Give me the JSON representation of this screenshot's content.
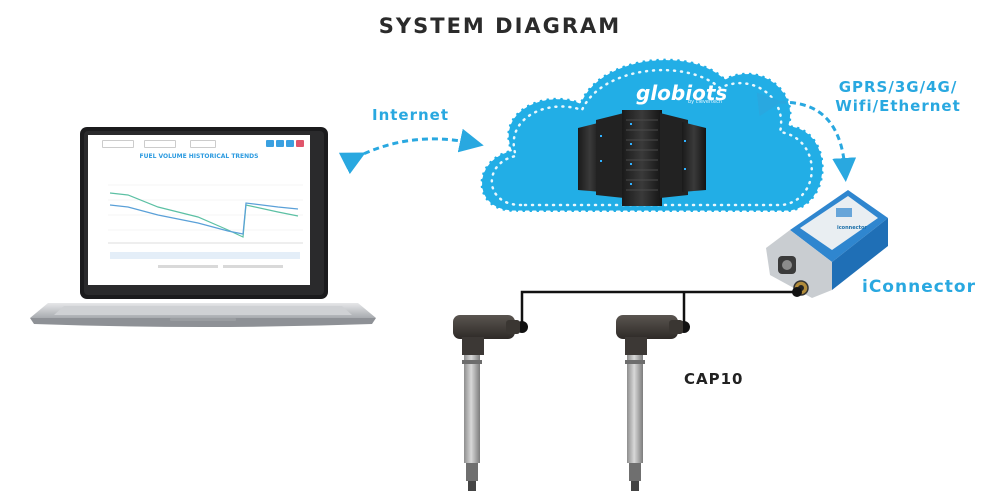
{
  "title": "SYSTEM DIAGRAM",
  "labels": {
    "internet": "Internet",
    "gprs_line1": "GPRS/3G/4G/",
    "gprs_line2": "Wifi/Ethernet",
    "iconnector": "iConnector",
    "cap10": "CAP10"
  },
  "cloud": {
    "brand": "globiots",
    "sub": "by clevertech"
  },
  "laptop_screen": {
    "chart_title": "FUEL VOLUME HISTORICAL TRENDS"
  },
  "device": {
    "brand": "iconnector"
  },
  "colors": {
    "accent": "#29a8e0",
    "cloud": "#22aee6",
    "wire": "#111111",
    "title": "#2b2b2b",
    "device_blue": "#2f86cf"
  },
  "icons": [
    "laptop-icon",
    "cloud-icon",
    "server-rack-icon",
    "iconnector-device-icon",
    "cap10-sensor-icon"
  ]
}
